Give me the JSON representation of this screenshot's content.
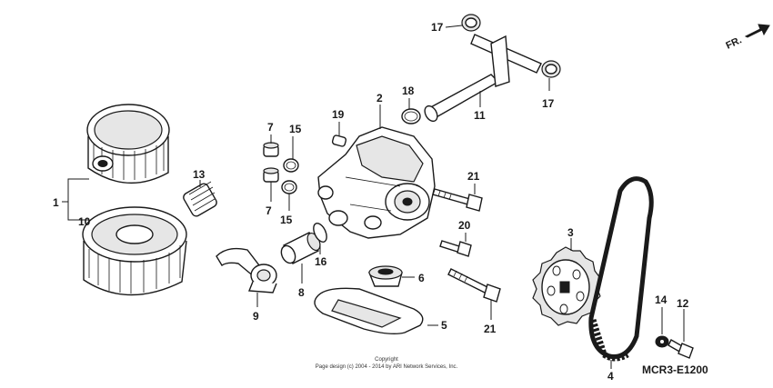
{
  "direction_label": "FR.",
  "diagram_code": "MCR3-E1200",
  "copyright": {
    "line1": "Copyright",
    "line2": "Page design (c) 2004 - 2014 by ARI Network Services, Inc."
  },
  "callouts": [
    {
      "id": "1",
      "text": "1"
    },
    {
      "id": "2",
      "text": "2"
    },
    {
      "id": "3",
      "text": "3"
    },
    {
      "id": "4",
      "text": "4"
    },
    {
      "id": "5",
      "text": "5"
    },
    {
      "id": "6",
      "text": "6"
    },
    {
      "id": "7a",
      "text": "7"
    },
    {
      "id": "7b",
      "text": "7"
    },
    {
      "id": "8",
      "text": "8"
    },
    {
      "id": "9",
      "text": "9"
    },
    {
      "id": "10",
      "text": "10"
    },
    {
      "id": "11",
      "text": "11"
    },
    {
      "id": "12",
      "text": "12"
    },
    {
      "id": "13",
      "text": "13"
    },
    {
      "id": "14",
      "text": "14"
    },
    {
      "id": "15a",
      "text": "15"
    },
    {
      "id": "15b",
      "text": "15"
    },
    {
      "id": "16",
      "text": "16"
    },
    {
      "id": "17a",
      "text": "17"
    },
    {
      "id": "17b",
      "text": "17"
    },
    {
      "id": "18",
      "text": "18"
    },
    {
      "id": "19",
      "text": "19"
    },
    {
      "id": "20",
      "text": "20"
    },
    {
      "id": "21a",
      "text": "21"
    },
    {
      "id": "21b",
      "text": "21"
    }
  ]
}
